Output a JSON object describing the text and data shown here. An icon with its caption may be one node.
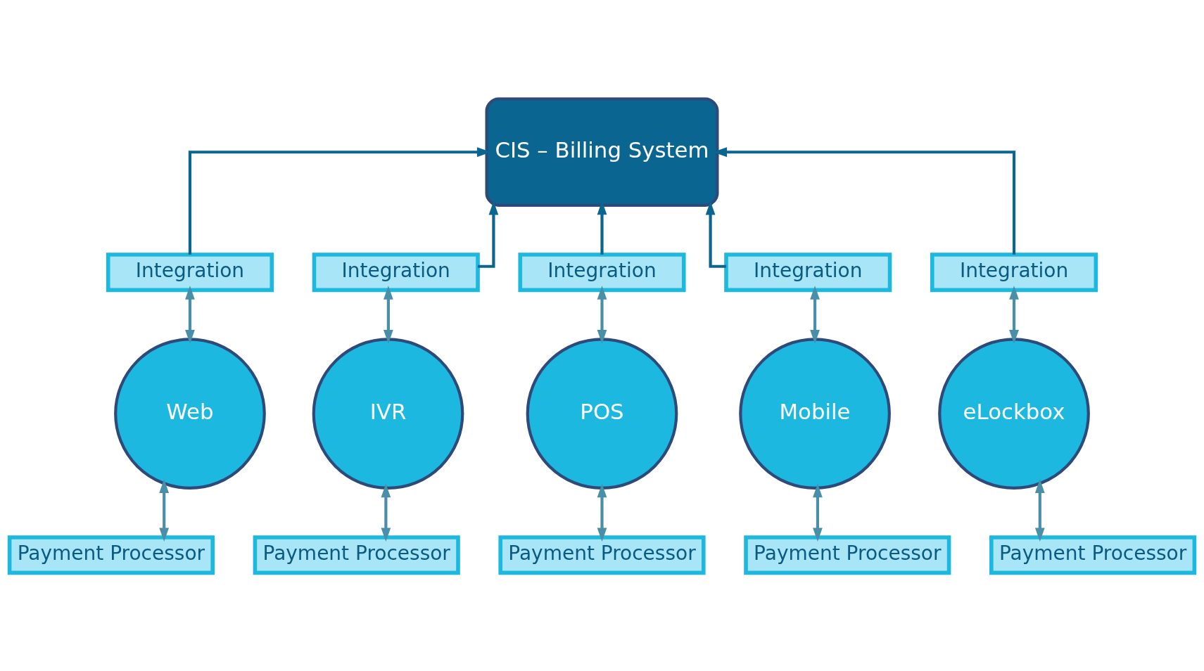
{
  "diagram": {
    "nodes": [
      {
        "text": [
          "CIS – Billing System"
        ]
      },
      {
        "text": [
          "Integration"
        ]
      },
      {
        "text": [
          "Integration"
        ]
      },
      {
        "text": [
          "Integration"
        ]
      },
      {
        "text": [
          "Integration"
        ]
      },
      {
        "text": [
          "Integration"
        ]
      },
      {
        "text": [
          "Web"
        ]
      },
      {
        "text": [
          "IVR"
        ]
      },
      {
        "text": [
          "POS"
        ]
      },
      {
        "text": [
          "Mobile"
        ]
      },
      {
        "text": [
          "eLockbox"
        ]
      },
      {
        "text": [
          "Payment Processor"
        ]
      },
      {
        "text": [
          "Payment Processor"
        ]
      },
      {
        "text": [
          "Payment Processor"
        ]
      },
      {
        "text": [
          "Payment Processor"
        ]
      },
      {
        "text": [
          "Payment Processor"
        ]
      }
    ],
    "edges": [
      {
        "from": 1,
        "to": 0,
        "arrow": "to",
        "color": "#0b6591"
      },
      {
        "from": 2,
        "to": 0,
        "arrow": "to",
        "color": "#0b6591"
      },
      {
        "from": 3,
        "to": 0,
        "arrow": "to",
        "color": "#0b6591"
      },
      {
        "from": 4,
        "to": 0,
        "arrow": "to",
        "color": "#0b6591"
      },
      {
        "from": 5,
        "to": 0,
        "arrow": "to",
        "color": "#0b6591"
      },
      {
        "from": 6,
        "to": 1,
        "arrow": "both"
      },
      {
        "from": 7,
        "to": 2,
        "arrow": "both"
      },
      {
        "from": 8,
        "to": 3,
        "arrow": "both"
      },
      {
        "from": 9,
        "to": 4,
        "arrow": "both"
      },
      {
        "from": 10,
        "to": 5,
        "arrow": "both"
      },
      {
        "from": 11,
        "to": 6,
        "arrow": "both"
      },
      {
        "from": 12,
        "to": 7,
        "arrow": "both"
      },
      {
        "from": 13,
        "to": 8,
        "arrow": "both"
      },
      {
        "from": 14,
        "to": 9,
        "arrow": "both"
      },
      {
        "from": 15,
        "to": 10,
        "arrow": "both"
      }
    ]
  }
}
